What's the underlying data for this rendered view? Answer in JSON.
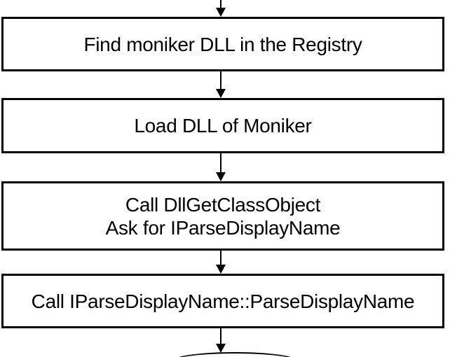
{
  "flowchart": {
    "steps": [
      {
        "id": "find-moniker-dll",
        "lines": [
          "Find moniker DLL in the Registry"
        ]
      },
      {
        "id": "load-dll",
        "lines": [
          "Load DLL of Moniker"
        ]
      },
      {
        "id": "call-dllgetclassobject",
        "lines": [
          "Call DllGetClassObject",
          "Ask for IParseDisplayName"
        ]
      },
      {
        "id": "call-parsedisplayname",
        "lines": [
          "Call IParseDisplayName::ParseDisplayName"
        ]
      }
    ],
    "colors": {
      "background": "#ffffff",
      "box_border": "#000000",
      "box_fill": "#ffffff",
      "text": "#000000",
      "arrow": "#000000"
    }
  }
}
